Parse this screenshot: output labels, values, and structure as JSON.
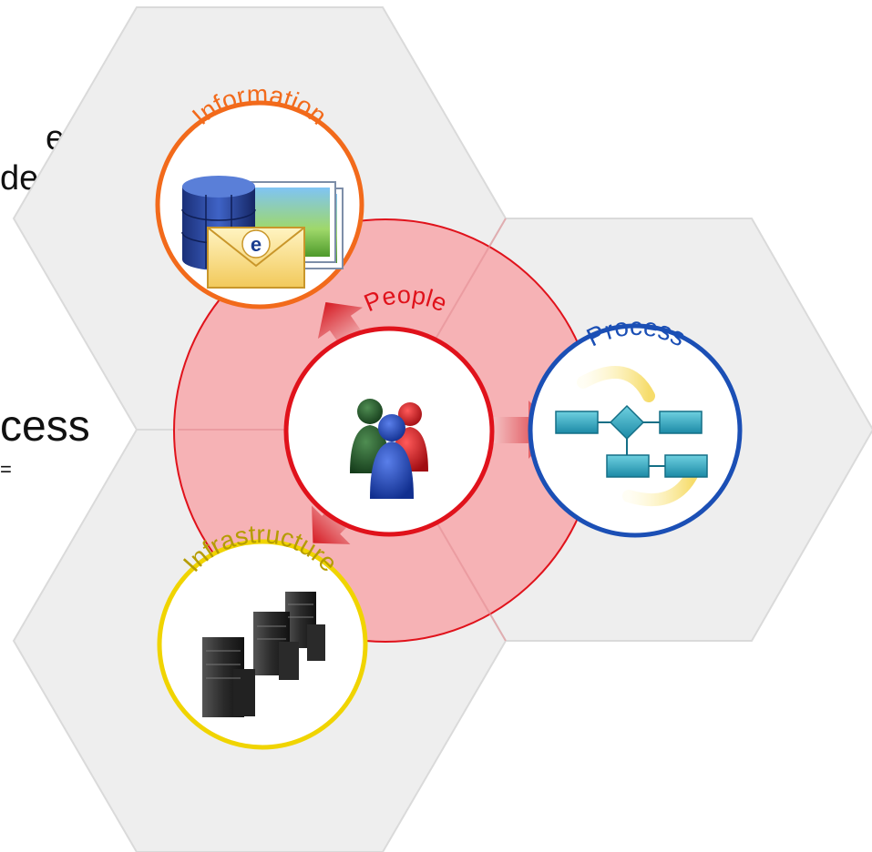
{
  "text_fragments": [
    "e",
    "des",
    "e",
    "cess",
    "="
  ],
  "nodes": {
    "people": {
      "label": "People",
      "icon": "people-group-icon",
      "color": "#e0121b"
    },
    "information": {
      "label": "Information",
      "icon": "database-mail-image-icon",
      "color": "#f26a1b"
    },
    "process": {
      "label": "Process",
      "icon": "process-flow-icon",
      "color": "#1b4fb5"
    },
    "infrastructure": {
      "label": "Infrastructure",
      "icon": "server-rack-icon",
      "color": "#f0d400"
    }
  },
  "colors": {
    "hexagon": "#eeeeee",
    "center_circle": "#f4aeb0",
    "arrow": "#e0121b"
  }
}
